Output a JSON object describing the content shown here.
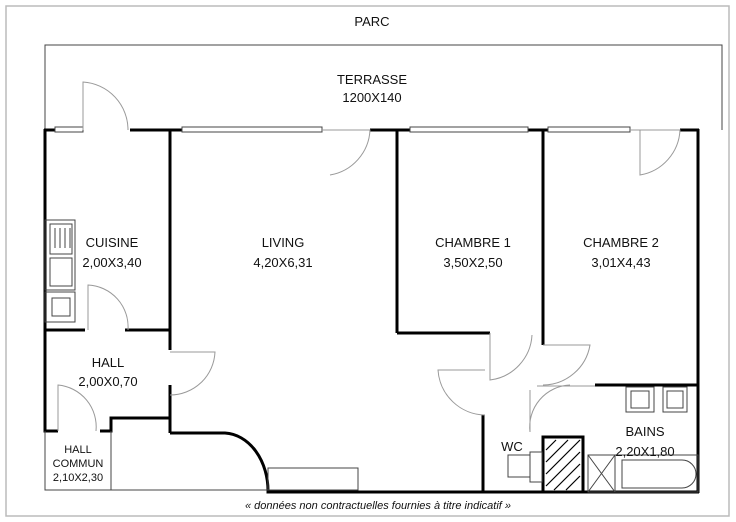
{
  "plan": {
    "outside": "PARC",
    "terrace": {
      "name": "TERRASSE",
      "size": "1200X140"
    },
    "rooms": [
      {
        "name": "CUISINE",
        "size": "2,00X3,40"
      },
      {
        "name": "LIVING",
        "size": "4,20X6,31"
      },
      {
        "name": "CHAMBRE 1",
        "size": "3,50X2,50"
      },
      {
        "name": "CHAMBRE 2",
        "size": "3,01X4,43"
      },
      {
        "name": "HALL",
        "size": "2,00X0,70"
      },
      {
        "name": "WC"
      },
      {
        "name": "BAINS",
        "size": "2,20X1,80"
      }
    ],
    "hall_commun": {
      "line1": "HALL",
      "line2": "COMMUN",
      "size": "2,10X2,30"
    },
    "disclaimer": "« données non contractuelles fournies à titre indicatif »"
  }
}
